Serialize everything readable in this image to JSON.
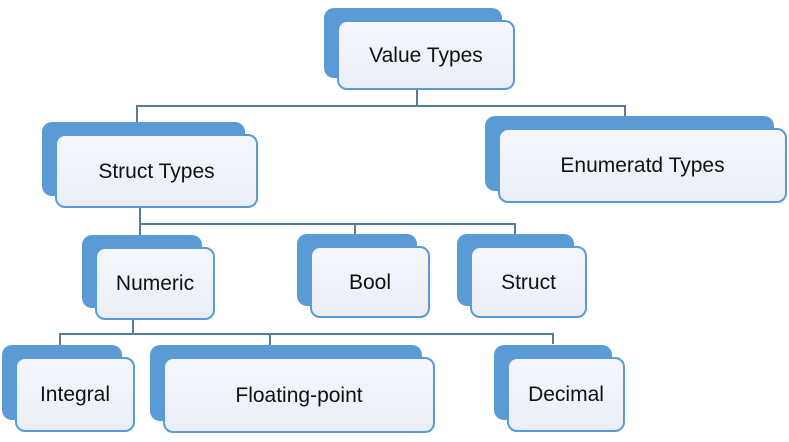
{
  "diagram": {
    "type": "hierarchy",
    "nodes": [
      {
        "id": "value-types",
        "label": "Value Types",
        "level": 1,
        "parent": null
      },
      {
        "id": "struct-types",
        "label": "Struct Types",
        "level": 2,
        "parent": "value-types"
      },
      {
        "id": "enumeratd-types",
        "label": "Enumeratd Types",
        "level": 2,
        "parent": "value-types"
      },
      {
        "id": "numeric",
        "label": "Numeric",
        "level": 3,
        "parent": "struct-types"
      },
      {
        "id": "bool",
        "label": "Bool",
        "level": 3,
        "parent": "struct-types"
      },
      {
        "id": "struct",
        "label": "Struct",
        "level": 3,
        "parent": "struct-types"
      },
      {
        "id": "integral",
        "label": "Integral",
        "level": 4,
        "parent": "numeric"
      },
      {
        "id": "floating-point",
        "label": "Floating-point",
        "level": 4,
        "parent": "numeric"
      },
      {
        "id": "decimal",
        "label": "Decimal",
        "level": 4,
        "parent": "numeric"
      }
    ]
  },
  "colors": {
    "plate": "#5b9bd5",
    "box-border": "#5b9bd5",
    "box-fill-top": "#f4f7fc",
    "box-fill-bottom": "#e9eef8",
    "connector": "#567c9e",
    "text": "#111111",
    "bg": "#ffffff"
  }
}
